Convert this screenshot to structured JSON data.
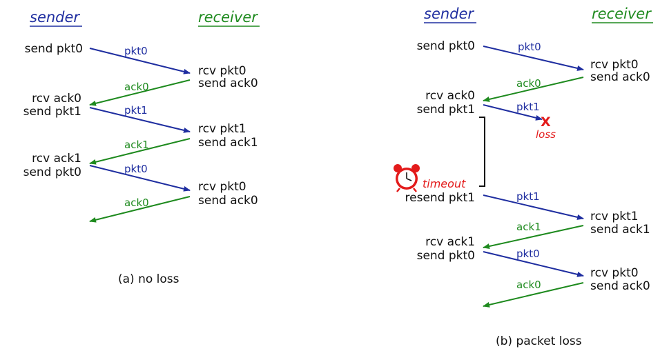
{
  "colors": {
    "packet": "#1f2ea0",
    "ack": "#1e8a1e",
    "alert": "#e31b1b",
    "text": "#111111"
  },
  "headers": {
    "sender": "sender",
    "receiver": "receiver"
  },
  "panel_a": {
    "caption": "(a) no loss",
    "sender_events": [
      "send pkt0",
      "rcv ack0",
      "send pkt1",
      "rcv ack1",
      "send pkt0"
    ],
    "receiver_events": [
      "rcv pkt0",
      "send ack0",
      "rcv pkt1",
      "send ack1",
      "rcv pkt0",
      "send ack0"
    ],
    "arrow_labels": [
      "pkt0",
      "ack0",
      "pkt1",
      "ack1",
      "pkt0",
      "ack0"
    ]
  },
  "panel_b": {
    "caption": "(b) packet loss",
    "sender_events": [
      "send pkt0",
      "rcv ack0",
      "send pkt1",
      "resend pkt1",
      "rcv ack1",
      "send pkt0"
    ],
    "receiver_events": [
      "rcv pkt0",
      "send ack0",
      "rcv pkt1",
      "send ack1",
      "rcv pkt0",
      "send ack0"
    ],
    "arrow_labels": [
      "pkt0",
      "ack0",
      "pkt1",
      "pkt1",
      "ack1",
      "pkt0",
      "ack0"
    ],
    "loss_mark": "X",
    "loss_label": "loss",
    "timeout_label": "timeout",
    "timer_icon": "alarm-clock-icon"
  }
}
